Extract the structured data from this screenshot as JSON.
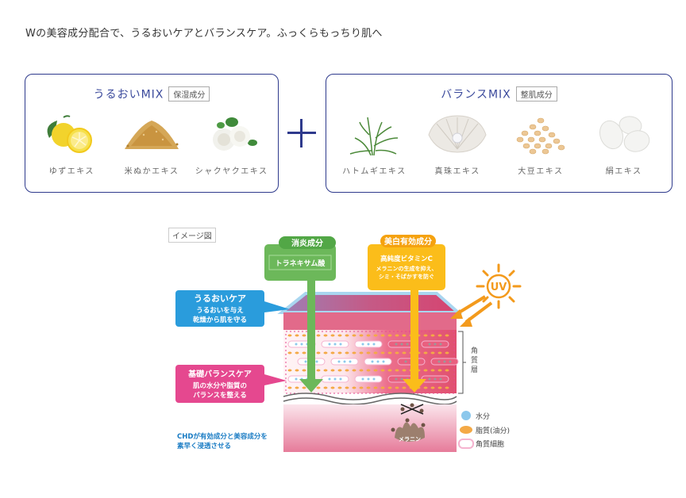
{
  "headline": "Wの美容成分配合で、うるおいケアとバランスケア。ふっくらもっちり肌へ",
  "mix_left": {
    "title": "うるおいMIX",
    "tag": "保湿成分",
    "items": [
      {
        "label": "ゆずエキス",
        "icon": "yuzu-icon"
      },
      {
        "label": "米ぬかエキス",
        "icon": "rice-bran-icon"
      },
      {
        "label": "シャクヤクエキス",
        "icon": "peony-icon"
      }
    ]
  },
  "plus_symbol": "+",
  "mix_right": {
    "title": "バランスMIX",
    "tag": "整肌成分",
    "items": [
      {
        "label": "ハトムギエキス",
        "icon": "job-tears-icon"
      },
      {
        "label": "真珠エキス",
        "icon": "pearl-shell-icon"
      },
      {
        "label": "大豆エキス",
        "icon": "soybean-icon"
      },
      {
        "label": "絹エキス",
        "icon": "silk-cocoon-icon"
      }
    ]
  },
  "diagram": {
    "image_label": "イメージ図",
    "anti_inflammatory": {
      "title": "消炎成分",
      "ingredient": "トラネキサム酸"
    },
    "whitening": {
      "title": "美白有効成分",
      "ingredient": "高純度ビタミンC",
      "desc_line1": "メラニンの生成を抑え、",
      "desc_line2": "シミ・そばかすを防ぐ"
    },
    "uv_label": "UV",
    "moisture_care": {
      "title": "うるおいケア",
      "line1": "うるおいを与え",
      "line2": "乾燥から肌を守る"
    },
    "balance_care": {
      "title": "基礎バランスケア",
      "line1": "肌の水分や脂質の",
      "line2": "バランスを整える"
    },
    "chd_note_line1": "CHDが有効成分と美容成分を",
    "chd_note_line2": "素早く浸透させる",
    "stratum_label": [
      "角",
      "質",
      "層"
    ],
    "melanin_label": "メラニン",
    "legend": [
      {
        "label": "水分",
        "color": "#8cc8ec"
      },
      {
        "label": "脂質(油分)",
        "color": "#f4a946"
      },
      {
        "label": "角質細胞",
        "color": "#f5b3cf"
      }
    ],
    "colors": {
      "green": "#6cb85a",
      "yellow": "#fbbd1a",
      "blue": "#2a9cdc",
      "pink": "#e5488f",
      "orange": "#f39a1c",
      "chd_text": "#1a7cc4"
    }
  }
}
